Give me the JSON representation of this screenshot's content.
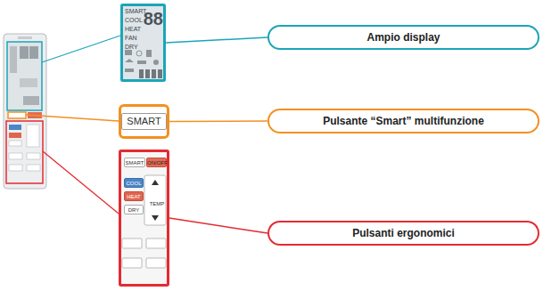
{
  "diagram": {
    "nodes": [
      {
        "text": [
          "SMART",
          "COOL",
          "HEAT",
          "FAN",
          "DRY",
          "88"
        ]
      },
      {
        "text": [
          "SMART"
        ]
      },
      {
        "text": [
          "SMART",
          "ON/OFF",
          "COOL",
          "HEAT",
          "DRY",
          "TEMP"
        ]
      },
      {
        "text": [
          "Ampio display"
        ]
      },
      {
        "text": [
          "Pulsante “Smart” multifunzione"
        ]
      },
      {
        "text": [
          "Pulsanti ergonomici"
        ]
      }
    ],
    "edges": [
      {
        "from": 0,
        "to": 3,
        "arrow": "none"
      },
      {
        "from": 1,
        "to": 4,
        "arrow": "none"
      },
      {
        "from": 2,
        "to": 5,
        "arrow": "none"
      }
    ]
  }
}
